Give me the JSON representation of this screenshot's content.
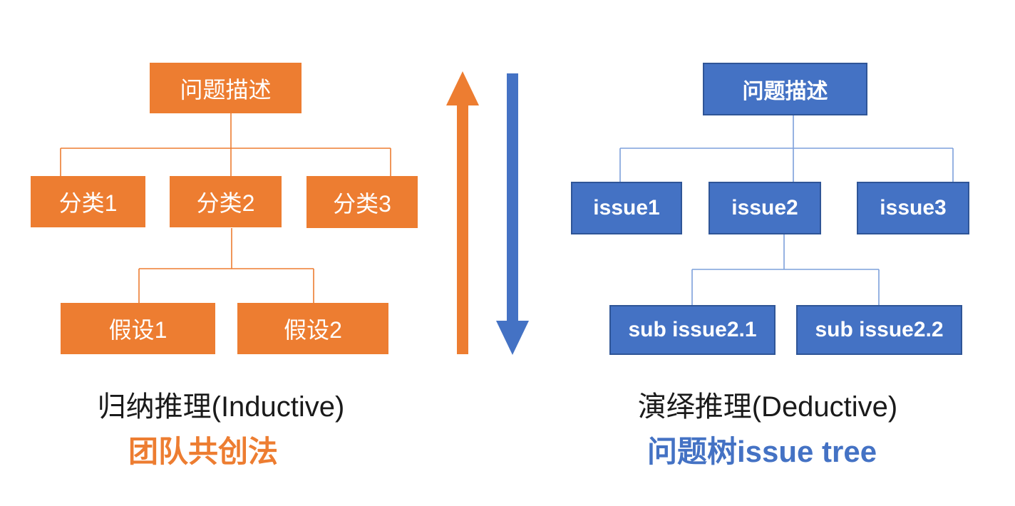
{
  "colors": {
    "orange": "#ED7D31",
    "blue_fill": "#4472C4",
    "blue_border": "#2F5597",
    "orange_connector": "#ED7D31",
    "blue_connector": "#7DA0DB",
    "caption_black": "#1A1A1A"
  },
  "inductive_tree": {
    "root": "问题描述",
    "children": [
      "分类1",
      "分类2",
      "分类3"
    ],
    "grandchildren": [
      "假设1",
      "假设2"
    ],
    "caption_line1": "归纳推理(Inductive)",
    "caption_line2": "团队共创法"
  },
  "deductive_tree": {
    "root": "问题描述",
    "children": [
      "issue1",
      "issue2",
      "issue3"
    ],
    "grandchildren": [
      "sub issue2.1",
      "sub issue2.2"
    ],
    "caption_line1": "演绎推理(Deductive)",
    "caption_line2": "问题树issue tree"
  },
  "arrows": {
    "up_arrow": {
      "direction": "up",
      "color": "#ED7D31"
    },
    "down_arrow": {
      "direction": "down",
      "color": "#4472C4"
    }
  }
}
